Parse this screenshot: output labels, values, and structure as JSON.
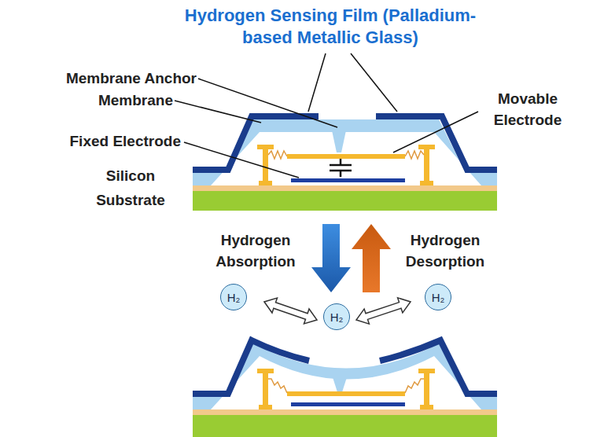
{
  "diagram": {
    "nodes": [
      {
        "text": [
          "H₂"
        ]
      },
      {
        "text": [
          "H₂"
        ]
      },
      {
        "text": [
          "H₂"
        ]
      }
    ],
    "labels": [
      "Hydrogen Sensing Film (Palladium-based Metallic Glass)",
      "Membrane Anchor",
      "Membrane",
      "Fixed Electrode",
      "Silicon Substrate",
      "Movable Electrode",
      "Hydrogen Absorption",
      "Hydrogen Desorption"
    ]
  }
}
